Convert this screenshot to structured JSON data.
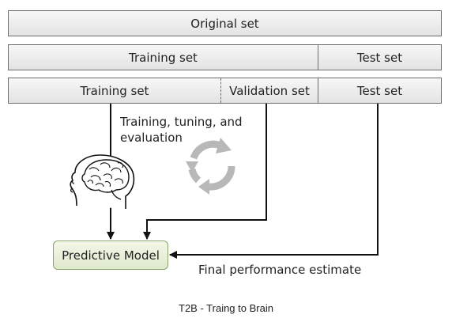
{
  "rows": {
    "original": {
      "label": "Original set"
    },
    "split1": {
      "training": "Training set",
      "test": "Test set"
    },
    "split2": {
      "training": "Training set",
      "validation": "Validation set",
      "test": "Test set"
    }
  },
  "annotations": {
    "training_tuning": "Training, tuning, and",
    "evaluation": "evaluation",
    "final_estimate": "Final performance estimate"
  },
  "model": {
    "label": "Predictive Model"
  },
  "caption": "T2B  - Traing to Brain",
  "icons": [
    "brain-head-icon",
    "cycle-arrows-icon"
  ],
  "colors": {
    "model_fill": "#e4ecd4",
    "model_border": "#8aa36f",
    "cycle_arrows": "#b4b4b4"
  }
}
